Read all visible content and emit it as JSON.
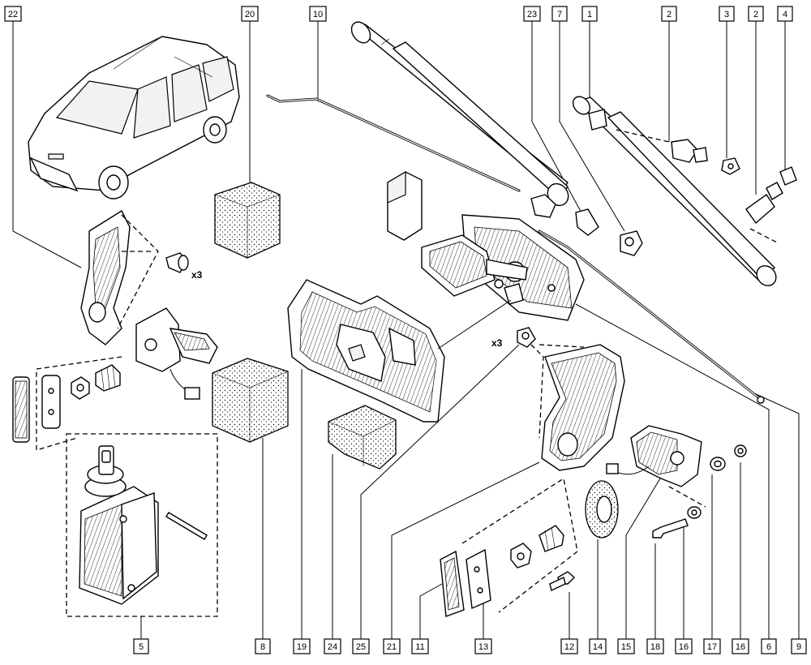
{
  "callouts": {
    "c22": "22",
    "c20": "20",
    "c10": "10",
    "c23": "23",
    "c7": "7",
    "c1": "1",
    "c2a": "2",
    "c3": "3",
    "c2b": "2",
    "c4": "4",
    "c5": "5",
    "c8": "8",
    "c19": "19",
    "c24": "24",
    "c25": "25",
    "c21": "21",
    "c11": "11",
    "c13": "13",
    "c12": "12",
    "c14": "14",
    "c15": "15",
    "c18": "18",
    "c16a": "16",
    "c17": "17",
    "c16b": "16",
    "c6": "6",
    "c9": "9"
  },
  "notes": {
    "qty_lock_bolts": "x3",
    "qty_trim_screws": "x3"
  },
  "icons": {
    "vehicle": "minivan-icon",
    "gas_strut": "gas-strut-icon",
    "foam_pad": "foam-block-icon"
  }
}
